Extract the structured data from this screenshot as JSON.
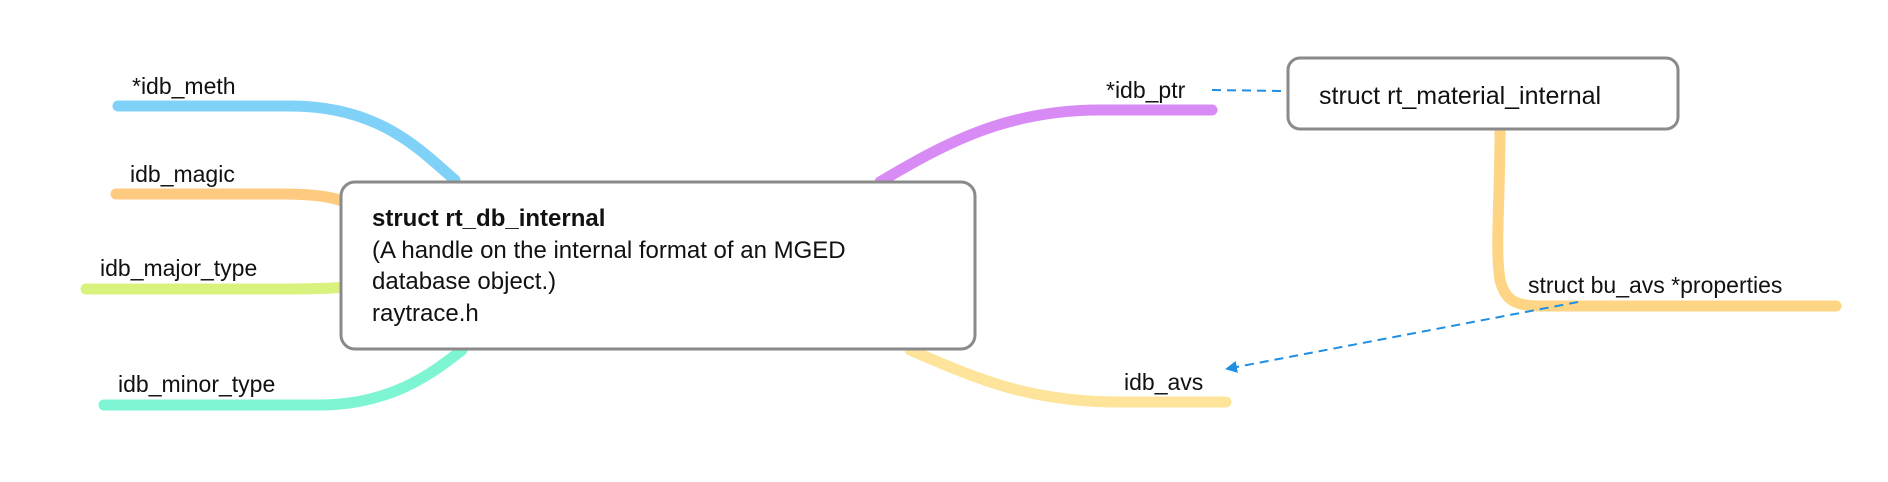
{
  "central_node": {
    "title": "struct rt_db_internal",
    "lines": [
      "(A handle on the internal format of an MGED",
      "database object.)",
      "raytrace.h"
    ]
  },
  "branches": {
    "idb_meth": {
      "label": "*idb_meth",
      "color": "#7fd1f7"
    },
    "idb_magic": {
      "label": "idb_magic",
      "color": "#fdca80"
    },
    "idb_major_type": {
      "label": "idb_major_type",
      "color": "#d8f27d"
    },
    "idb_minor_type": {
      "label": "idb_minor_type",
      "color": "#7df5d3"
    },
    "idb_ptr": {
      "label": "*idb_ptr",
      "color": "#d88bf5"
    },
    "idb_avs": {
      "label": "idb_avs",
      "color": "#fde49a"
    }
  },
  "material_node": {
    "title": "struct rt_material_internal"
  },
  "material_branch": {
    "label": "struct bu_avs *properties",
    "color": "#fdd584"
  },
  "link_color": "#1e8fe3"
}
